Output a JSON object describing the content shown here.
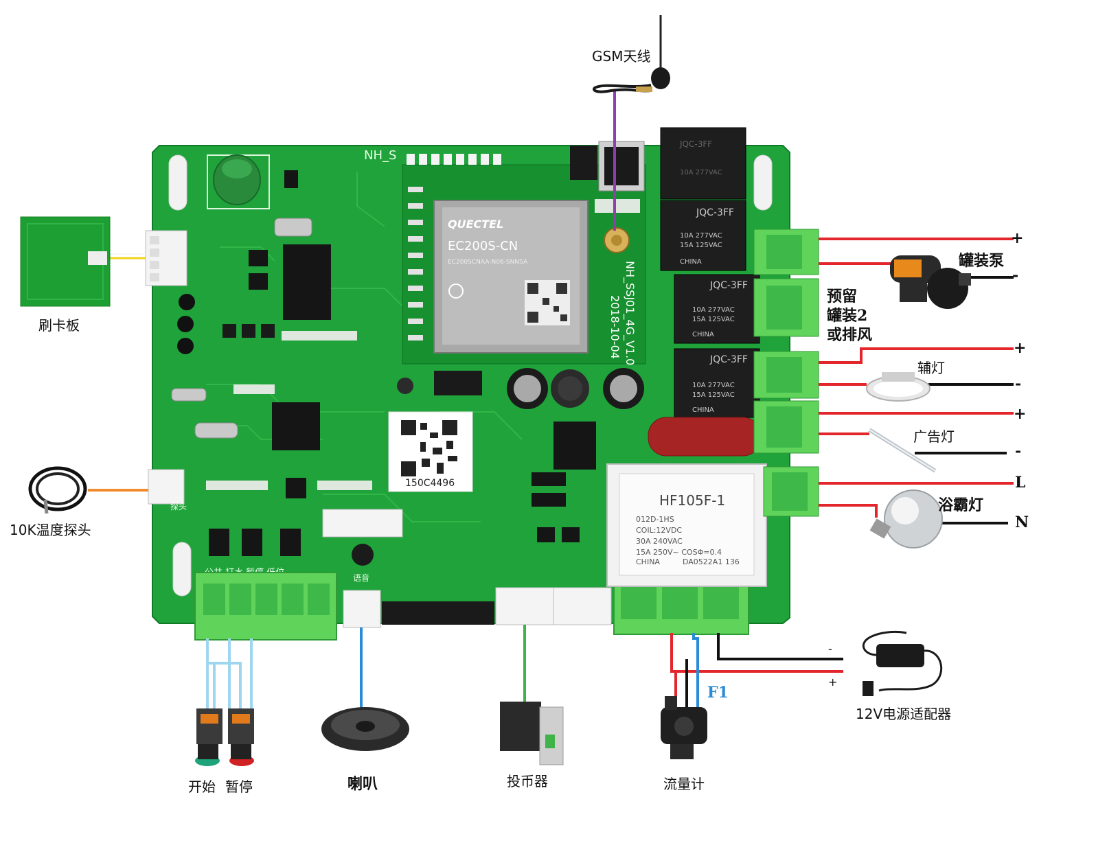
{
  "labels": {
    "gsm_antenna": "GSM天线",
    "card_board": "刷卡板",
    "temp_probe": "10K温度探头",
    "canned_pump": "罐装泵",
    "reserve_line1": "预留",
    "reserve_line2": "罐装2",
    "reserve_line3": "或排风",
    "aux_light": "辅灯",
    "ad_light": "广告灯",
    "bath_heater_light": "浴霸灯",
    "start": "开始",
    "pause": "暂停",
    "speaker": "喇叭",
    "coin_acceptor": "投币器",
    "flow_meter": "流量计",
    "fuse": "F1",
    "power_adapter": "12V电源适配器"
  },
  "terminal_signs": {
    "pump_plus": "+",
    "pump_minus": "-",
    "aux_plus": "+",
    "aux_minus": "-",
    "ad_plus": "+",
    "ad_minus": "-",
    "live": "L",
    "neutral": "N",
    "power_minus": "-",
    "power_plus": "+"
  },
  "board_text": {
    "module_brand": "QUECTEL",
    "module_model": "EC200S-CN",
    "module_sub": "EC200SCNAA-N06-SNNSA",
    "board_id": "NH_SSJ01_4G_V1.0",
    "board_date": "2018-10-04",
    "board_header": "NH_S",
    "relay_model": "JQC-3FF",
    "relay_rating1": "10A 277VAC",
    "relay_rating2": "15A 125VAC",
    "relay_brand": "CHINA",
    "big_relay_model": "HF105F-1",
    "big_relay_l1": "012D-1HS",
    "big_relay_l2": "COIL:12VDC",
    "big_relay_l3": "30A 240VAC",
    "big_relay_l4": "15A 250V~ COSΦ=0.4",
    "big_relay_l5": "CHINA",
    "big_relay_code": "DA0522A1 136",
    "qr_serial": "150C4496",
    "bottom_silk": "公共 打水 暂停 低位",
    "voice_silk": "语音",
    "probe_silk": "探头"
  },
  "colors": {
    "pcb_green": "#1fa33a",
    "pcb_dark": "#138a2c",
    "terminal_green": "#5fd35a",
    "wire_red": "#e3262b",
    "wire_black": "#111111",
    "wire_blue": "#2a8bd6",
    "wire_light_blue": "#9fd6ef",
    "wire_green": "#3fb34a",
    "wire_purple": "#8e3fa8",
    "wire_orange": "#f08a2a",
    "wire_yellow": "#f2d21b"
  }
}
